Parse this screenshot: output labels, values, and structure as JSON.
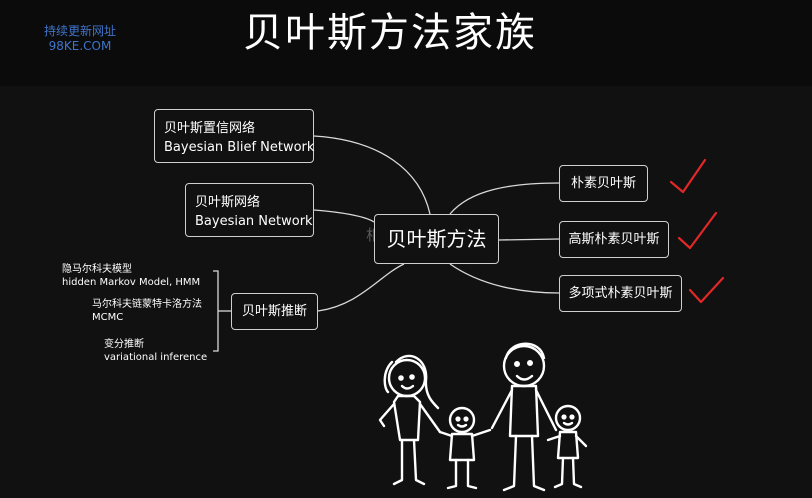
{
  "title": "贝叶斯方法家族",
  "watermark": {
    "line1": "持续更新网址",
    "line2": "98KE.COM"
  },
  "center": {
    "label": "贝叶斯方法",
    "faint": "相"
  },
  "left_nodes": [
    {
      "line1": "贝叶斯置信网络",
      "line2": "Bayesian Blief Network"
    },
    {
      "line1": "贝叶斯网络",
      "line2": "Bayesian Network"
    },
    {
      "line1": "贝叶斯推断"
    }
  ],
  "inference_items": [
    {
      "line1": "隐马尔科夫模型",
      "line2": "hidden Markov Model, HMM"
    },
    {
      "line1": "马尔科夫链蒙特卡洛方法",
      "line2": "MCMC"
    },
    {
      "line1": "变分推断",
      "line2": "variational inference"
    }
  ],
  "right_nodes": [
    {
      "label": "朴素贝叶斯",
      "checked": true
    },
    {
      "label": "高斯朴素贝叶斯",
      "checked": true
    },
    {
      "label": "多项式朴素贝叶斯",
      "checked": true
    }
  ],
  "colors": {
    "check": "#e02828",
    "line": "#d9d9d9",
    "watermark": "#3f74c9"
  },
  "icons": [
    "checkmark-icon",
    "stick-figure-family-illustration"
  ]
}
